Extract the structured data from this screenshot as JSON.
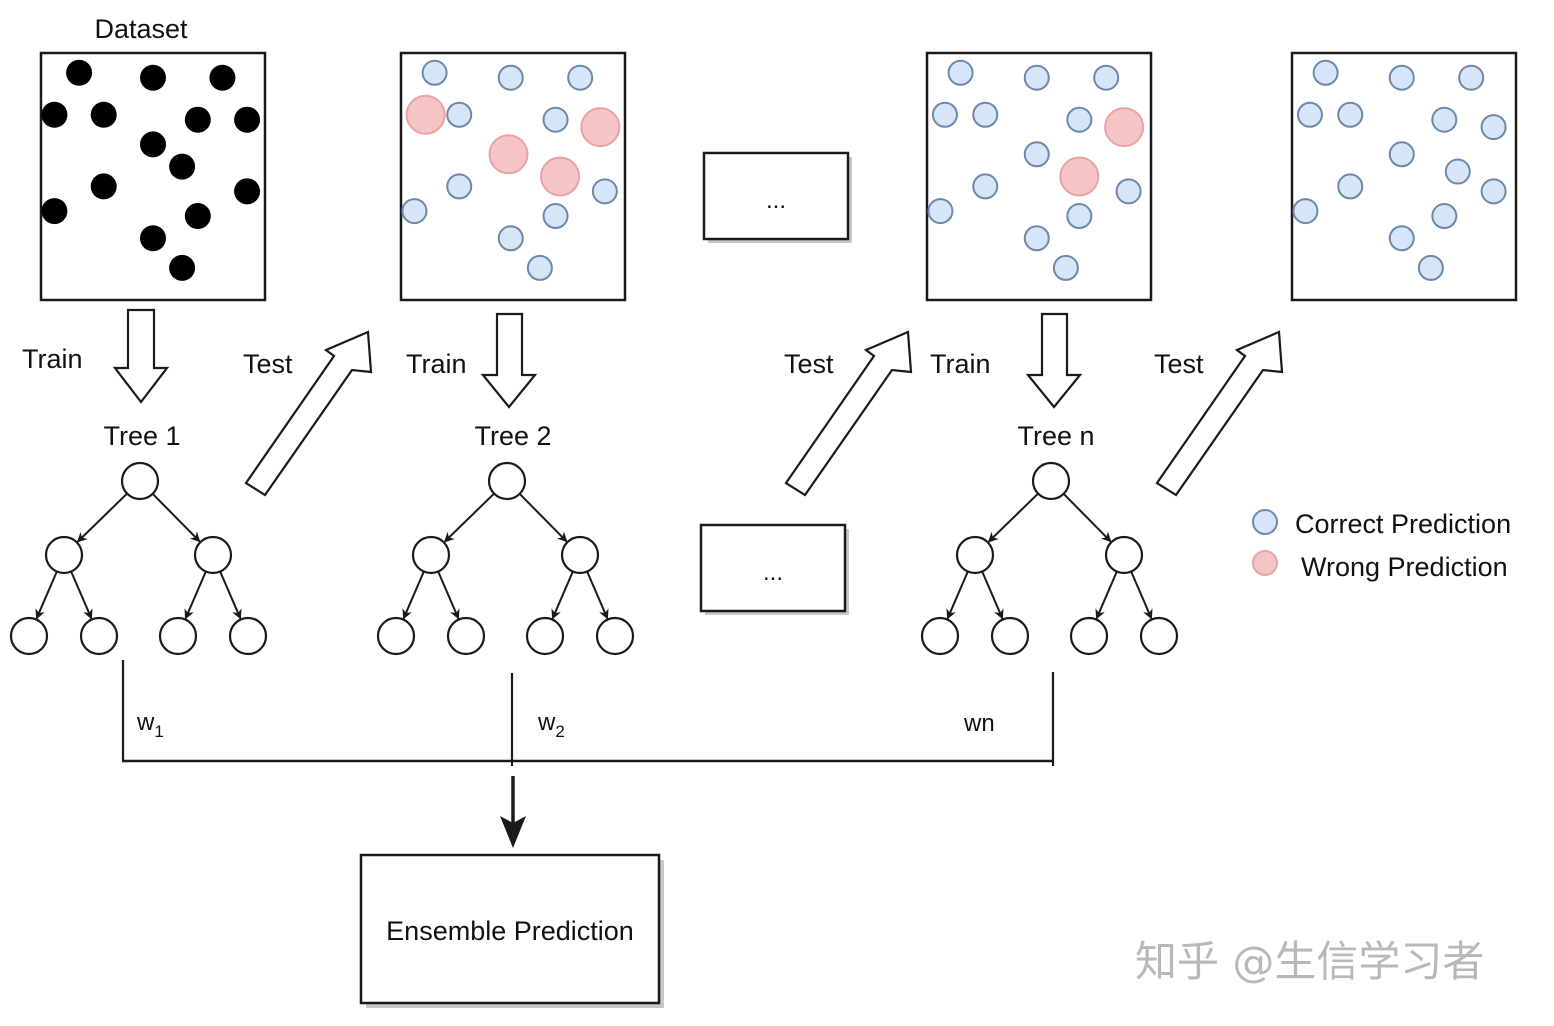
{
  "title": "Weighted tree ensemble (boosting) diagram",
  "colors": {
    "stroke": "#1a1a1a",
    "dataset_point": "#000000",
    "correct_fill": "#d6e6f8",
    "correct_stroke": "#6d88aa",
    "wrong_fill": "#f5c4c4",
    "wrong_stroke": "#e8a3a3",
    "shadow": "#c8c8c8",
    "watermark": "#b8b8b8"
  },
  "dataset_label": "Dataset",
  "panels": [
    {
      "id": "dataset",
      "points": [
        {
          "x": 0.17,
          "y": 0.08,
          "type": "data"
        },
        {
          "x": 0.5,
          "y": 0.1,
          "type": "data"
        },
        {
          "x": 0.81,
          "y": 0.1,
          "type": "data"
        },
        {
          "x": 0.06,
          "y": 0.25,
          "type": "data"
        },
        {
          "x": 0.28,
          "y": 0.25,
          "type": "data"
        },
        {
          "x": 0.7,
          "y": 0.27,
          "type": "data"
        },
        {
          "x": 0.92,
          "y": 0.27,
          "type": "data"
        },
        {
          "x": 0.5,
          "y": 0.37,
          "type": "data"
        },
        {
          "x": 0.63,
          "y": 0.46,
          "type": "data"
        },
        {
          "x": 0.28,
          "y": 0.54,
          "type": "data"
        },
        {
          "x": 0.92,
          "y": 0.56,
          "type": "data"
        },
        {
          "x": 0.06,
          "y": 0.64,
          "type": "data"
        },
        {
          "x": 0.7,
          "y": 0.66,
          "type": "data"
        },
        {
          "x": 0.5,
          "y": 0.75,
          "type": "data"
        },
        {
          "x": 0.63,
          "y": 0.87,
          "type": "data"
        }
      ]
    },
    {
      "id": "after-tree-1",
      "points": [
        {
          "x": 0.15,
          "y": 0.08,
          "type": "correct"
        },
        {
          "x": 0.49,
          "y": 0.1,
          "type": "correct"
        },
        {
          "x": 0.8,
          "y": 0.1,
          "type": "correct"
        },
        {
          "x": 0.11,
          "y": 0.25,
          "type": "wrong"
        },
        {
          "x": 0.26,
          "y": 0.25,
          "type": "correct"
        },
        {
          "x": 0.69,
          "y": 0.27,
          "type": "correct"
        },
        {
          "x": 0.89,
          "y": 0.3,
          "type": "wrong"
        },
        {
          "x": 0.48,
          "y": 0.41,
          "type": "wrong"
        },
        {
          "x": 0.71,
          "y": 0.5,
          "type": "wrong"
        },
        {
          "x": 0.26,
          "y": 0.54,
          "type": "correct"
        },
        {
          "x": 0.91,
          "y": 0.56,
          "type": "correct"
        },
        {
          "x": 0.06,
          "y": 0.64,
          "type": "correct"
        },
        {
          "x": 0.69,
          "y": 0.66,
          "type": "correct"
        },
        {
          "x": 0.49,
          "y": 0.75,
          "type": "correct"
        },
        {
          "x": 0.62,
          "y": 0.87,
          "type": "correct"
        }
      ]
    },
    {
      "id": "after-tree-n-minus-1",
      "points": [
        {
          "x": 0.15,
          "y": 0.08,
          "type": "correct"
        },
        {
          "x": 0.49,
          "y": 0.1,
          "type": "correct"
        },
        {
          "x": 0.8,
          "y": 0.1,
          "type": "correct"
        },
        {
          "x": 0.08,
          "y": 0.25,
          "type": "correct"
        },
        {
          "x": 0.26,
          "y": 0.25,
          "type": "correct"
        },
        {
          "x": 0.68,
          "y": 0.27,
          "type": "correct"
        },
        {
          "x": 0.88,
          "y": 0.3,
          "type": "wrong"
        },
        {
          "x": 0.49,
          "y": 0.41,
          "type": "correct"
        },
        {
          "x": 0.68,
          "y": 0.5,
          "type": "wrong"
        },
        {
          "x": 0.26,
          "y": 0.54,
          "type": "correct"
        },
        {
          "x": 0.9,
          "y": 0.56,
          "type": "correct"
        },
        {
          "x": 0.06,
          "y": 0.64,
          "type": "correct"
        },
        {
          "x": 0.68,
          "y": 0.66,
          "type": "correct"
        },
        {
          "x": 0.49,
          "y": 0.75,
          "type": "correct"
        },
        {
          "x": 0.62,
          "y": 0.87,
          "type": "correct"
        }
      ]
    },
    {
      "id": "after-tree-n",
      "points": [
        {
          "x": 0.15,
          "y": 0.08,
          "type": "correct"
        },
        {
          "x": 0.49,
          "y": 0.1,
          "type": "correct"
        },
        {
          "x": 0.8,
          "y": 0.1,
          "type": "correct"
        },
        {
          "x": 0.08,
          "y": 0.25,
          "type": "correct"
        },
        {
          "x": 0.26,
          "y": 0.25,
          "type": "correct"
        },
        {
          "x": 0.68,
          "y": 0.27,
          "type": "correct"
        },
        {
          "x": 0.9,
          "y": 0.3,
          "type": "correct"
        },
        {
          "x": 0.49,
          "y": 0.41,
          "type": "correct"
        },
        {
          "x": 0.74,
          "y": 0.48,
          "type": "correct"
        },
        {
          "x": 0.26,
          "y": 0.54,
          "type": "correct"
        },
        {
          "x": 0.9,
          "y": 0.56,
          "type": "correct"
        },
        {
          "x": 0.06,
          "y": 0.64,
          "type": "correct"
        },
        {
          "x": 0.68,
          "y": 0.66,
          "type": "correct"
        },
        {
          "x": 0.49,
          "y": 0.75,
          "type": "correct"
        },
        {
          "x": 0.62,
          "y": 0.87,
          "type": "correct"
        }
      ]
    }
  ],
  "arrows": {
    "train_label": "Train",
    "test_label": "Test"
  },
  "trees": [
    {
      "label": "Tree 1",
      "weight": "w",
      "weight_sub": "1"
    },
    {
      "label": "Tree 2",
      "weight": "w",
      "weight_sub": "2"
    },
    {
      "label": "Tree n",
      "weight": "wn",
      "weight_sub": ""
    }
  ],
  "ellipsis_label": "...",
  "legend": [
    {
      "label": "Correct Prediction",
      "type": "correct"
    },
    {
      "label": "Wrong Prediction",
      "type": "wrong"
    }
  ],
  "output_box": {
    "label": "Ensemble Prediction"
  },
  "watermark": "知乎 @生信学习者"
}
